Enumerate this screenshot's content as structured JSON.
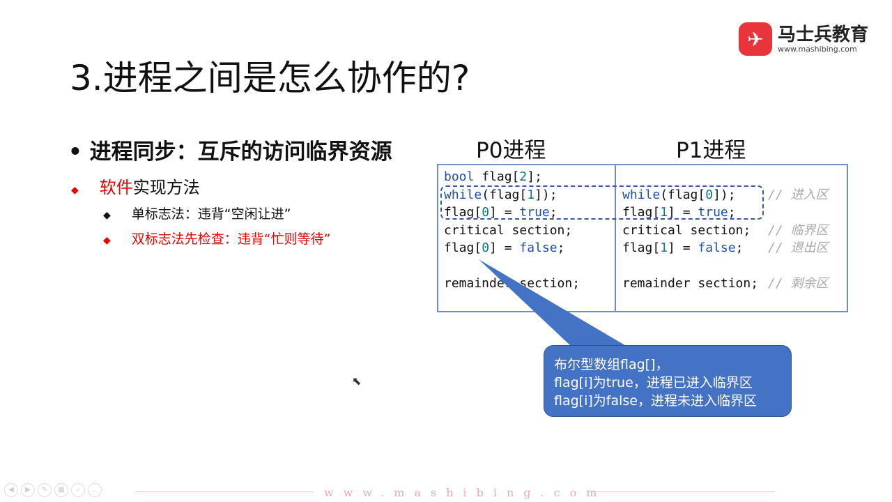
{
  "title": "3.进程之间是怎么协作的?",
  "logo": {
    "name": "马士兵教育",
    "url": "www.mashibing.com"
  },
  "bullet1": "进程同步：互斥的访问临界资源",
  "sub1": {
    "red": "软件",
    "rest": "实现方法"
  },
  "sub2": "单标志法：违背“空闲让进”",
  "sub3": "双标志法先检查：违背“忙则等待”",
  "col_p0": "P0进程",
  "col_p1": "P1进程",
  "code": {
    "left": [
      "bool flag[2];",
      "while(flag[1]);",
      "flag[0] = true;",
      "critical section;",
      "flag[0] = false;",
      "",
      "remainder section;"
    ],
    "right": [
      "",
      "while(flag[0]);",
      "flag[1] = true;",
      "critical section;",
      "flag[1] = false;",
      "",
      "remainder section;"
    ],
    "comments": [
      "",
      "// 进入区",
      "",
      "// 临界区",
      "// 退出区",
      "",
      "// 剩余区"
    ]
  },
  "callout": [
    "布尔型数组flag[]，",
    "flag[i]为true，进程已进入临界区",
    "flag[i]为false，进程未进入临界区"
  ],
  "footer": "www.mashibing.com",
  "colors": {
    "accent": "#4472c4",
    "red": "#ee0000",
    "keyword": "#1f4fa8"
  }
}
